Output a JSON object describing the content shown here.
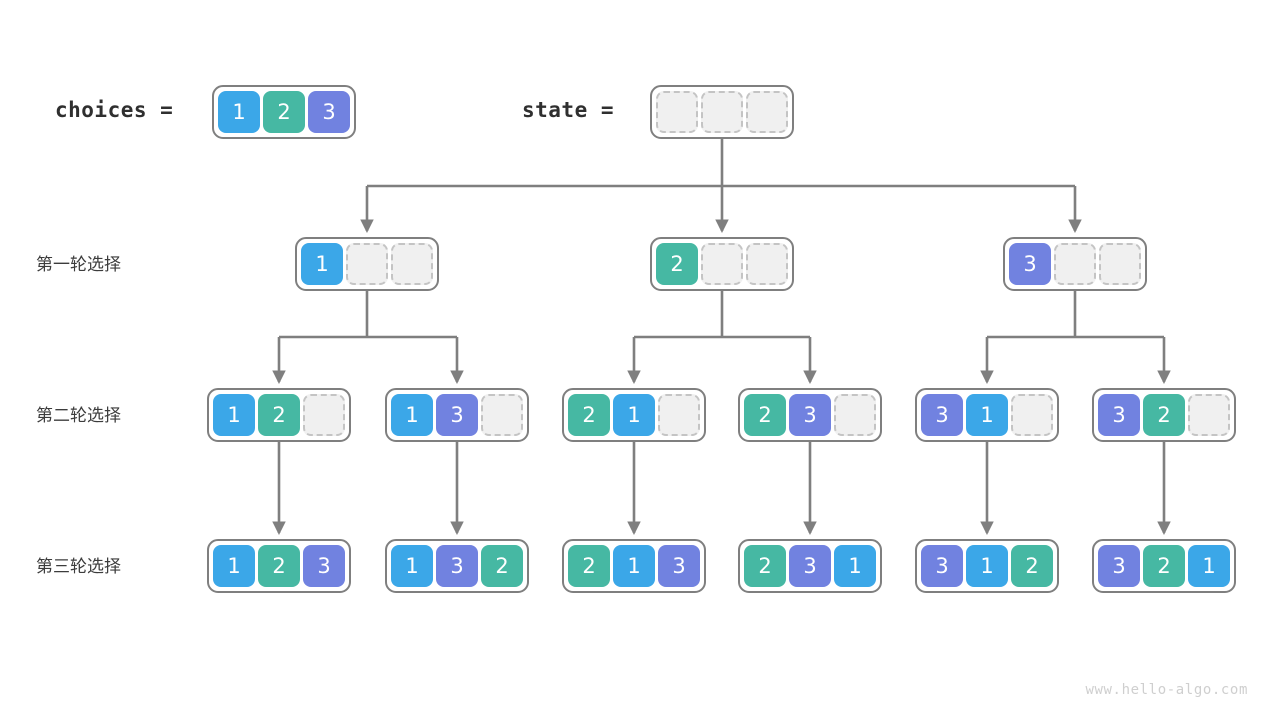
{
  "header": {
    "choices_label": "choices =",
    "state_label": "state ="
  },
  "rows": [
    {
      "label": "第一轮选择"
    },
    {
      "label": "第二轮选择"
    },
    {
      "label": "第三轮选择"
    }
  ],
  "palette": {
    "value_1": "#3ba7e8",
    "value_2": "#46b8a3",
    "value_3": "#7182e0",
    "empty_fill": "#f0f0f0",
    "empty_border": "#c4c4c4",
    "node_border": "#7f7f7f",
    "wire": "#7f7f7f",
    "text": "#3c3c3c",
    "watermark": "#cfcfcf"
  },
  "nodes": {
    "choices": {
      "cells": [
        "1",
        "2",
        "3"
      ]
    },
    "state": {
      "cells": [
        "",
        "",
        ""
      ]
    },
    "round1": [
      {
        "cells": [
          "1",
          "",
          ""
        ]
      },
      {
        "cells": [
          "2",
          "",
          ""
        ]
      },
      {
        "cells": [
          "3",
          "",
          ""
        ]
      }
    ],
    "round2": [
      {
        "cells": [
          "1",
          "2",
          ""
        ]
      },
      {
        "cells": [
          "1",
          "3",
          ""
        ]
      },
      {
        "cells": [
          "2",
          "1",
          ""
        ]
      },
      {
        "cells": [
          "2",
          "3",
          ""
        ]
      },
      {
        "cells": [
          "3",
          "1",
          ""
        ]
      },
      {
        "cells": [
          "3",
          "2",
          ""
        ]
      }
    ],
    "round3": [
      {
        "cells": [
          "1",
          "2",
          "3"
        ]
      },
      {
        "cells": [
          "1",
          "3",
          "2"
        ]
      },
      {
        "cells": [
          "2",
          "1",
          "3"
        ]
      },
      {
        "cells": [
          "2",
          "3",
          "1"
        ]
      },
      {
        "cells": [
          "3",
          "1",
          "2"
        ]
      },
      {
        "cells": [
          "3",
          "2",
          "1"
        ]
      }
    ]
  },
  "watermark": "www.hello-algo.com"
}
